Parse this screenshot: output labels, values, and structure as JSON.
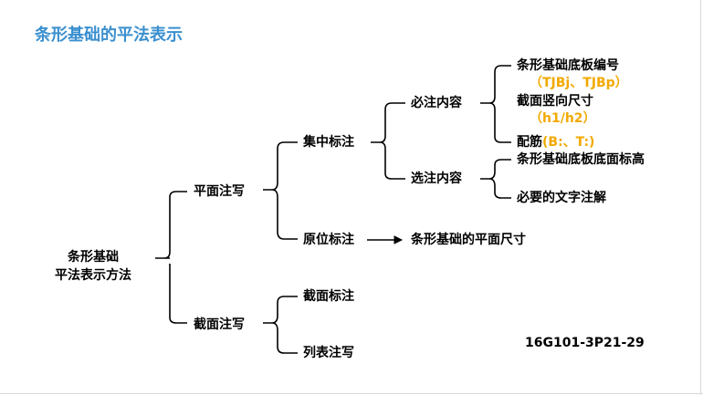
{
  "title": "条形基础的平法表示",
  "root": {
    "line1": "条形基础",
    "line2": "平法表示方法"
  },
  "level1": {
    "plane": "平面注写",
    "section": "截面注写"
  },
  "plane_children": {
    "centralized": "集中标注",
    "in_situ": "原位标注"
  },
  "centralized_children": {
    "required": "必注内容",
    "optional": "选注内容"
  },
  "required_items": {
    "code": "条形基础底板编号",
    "code_hint": "（TJBj、TJBp）",
    "height": "截面竖向尺寸",
    "height_hint": "（h1/h2）",
    "rebar_label": "配筋",
    "rebar_hint": "(B:、T:)"
  },
  "optional_items": {
    "elevation": "条形基础底板底面标高",
    "note": "必要的文字注解"
  },
  "in_situ_target": "条形基础的平面尺寸",
  "section_children": {
    "section_mark": "截面标注",
    "list_note": "列表注写"
  },
  "reference": "16G101-3P21-29"
}
